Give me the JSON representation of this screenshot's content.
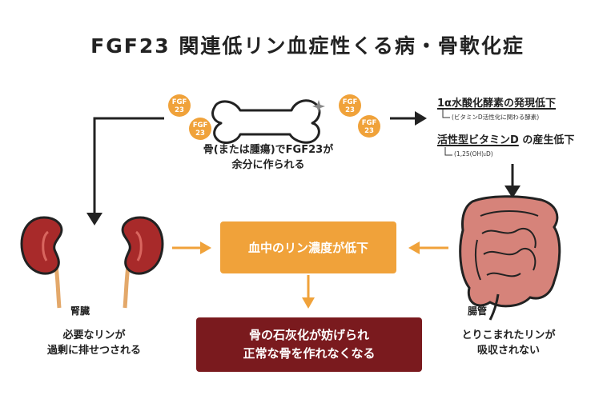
{
  "title": "FGF23 関連低リン血症性くる病・骨軟化症",
  "badge": {
    "line1": "FGF",
    "line2": "23"
  },
  "bone_caption": {
    "line1": "骨(または腫瘍)でFGF23が",
    "line2": "余分に作られる"
  },
  "enzyme": {
    "line1": "1α水酸化酵素の発現低下",
    "note1": "(ビタミンD活性化に関わる酵素)",
    "line2_underlined": "活性型ビタミンD",
    "line2_rest": " の産生低下",
    "note2": "(1,25(OH)₂D)"
  },
  "center_box": "血中のリン濃度が低下",
  "result_box": {
    "line1": "骨の石灰化が妨げられ",
    "line2": "正常な骨を作れなくなる"
  },
  "kidney": {
    "label": "腎臓",
    "caption_line1": "必要なリンが",
    "caption_line2": "過剰に排せつされる"
  },
  "intestine": {
    "label": "腸管",
    "caption_line1": "とりこまれたリンが",
    "caption_line2": "吸収されない"
  },
  "colors": {
    "orange": "#f0a23a",
    "dark_red": "#7a1a1e",
    "kidney": "#a82a2a",
    "intestine": "#d6837a",
    "arrow_dark": "#222222"
  }
}
